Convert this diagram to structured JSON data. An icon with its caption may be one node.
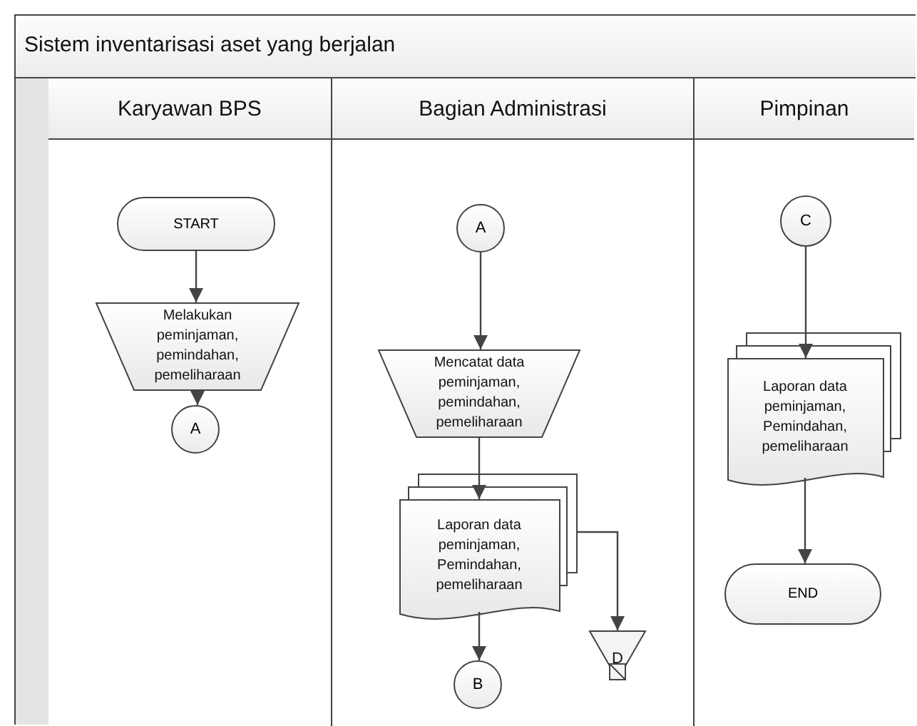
{
  "diagram": {
    "title": "Sistem inventarisasi aset yang berjalan",
    "nodes": [
      {
        "text": [],
        "shape": "box"
      },
      {
        "text": [
          "Karyawan BPS"
        ],
        "in": 0
      },
      {
        "text": [
          "Bagian Administrasi"
        ],
        "in": 0
      },
      {
        "text": [
          "Pimpinan"
        ],
        "in": 0
      },
      {
        "text": [
          "START"
        ],
        "in": 1
      },
      {
        "text": [
          "Melakukan peminjaman, pemindahan, pemeliharaan"
        ],
        "in": 1
      },
      {
        "text": [
          "A"
        ],
        "in": 1
      },
      {
        "text": [
          "A"
        ],
        "in": 2
      },
      {
        "text": [
          "Mencatat data peminjaman, pemindahan, pemeliharaan"
        ],
        "in": 2
      },
      {
        "text": [
          "Laporan data peminjaman, Pemindahan, pemeliharaan"
        ],
        "in": 2
      },
      {
        "text": [
          "B"
        ],
        "in": 2
      },
      {
        "text": [
          "D"
        ],
        "in": 2
      },
      {
        "text": [
          "C"
        ],
        "in": 3
      },
      {
        "text": [
          "Laporan data peminjaman, Pemindahan, pemeliharaan"
        ],
        "in": 3
      },
      {
        "text": [
          "END"
        ],
        "in": 3
      }
    ],
    "edges": [
      {
        "from": 4,
        "to": 5,
        "arrow": "to"
      },
      {
        "from": 5,
        "to": 6,
        "arrow": "to"
      },
      {
        "from": 7,
        "to": 8,
        "arrow": "to"
      },
      {
        "from": 8,
        "to": 9,
        "arrow": "to"
      },
      {
        "from": 9,
        "to": 10,
        "arrow": "to"
      },
      {
        "from": 9,
        "to": 11,
        "arrow": "to"
      },
      {
        "from": 12,
        "to": 13,
        "arrow": "to"
      },
      {
        "from": 13,
        "to": 14,
        "arrow": "to"
      }
    ]
  }
}
